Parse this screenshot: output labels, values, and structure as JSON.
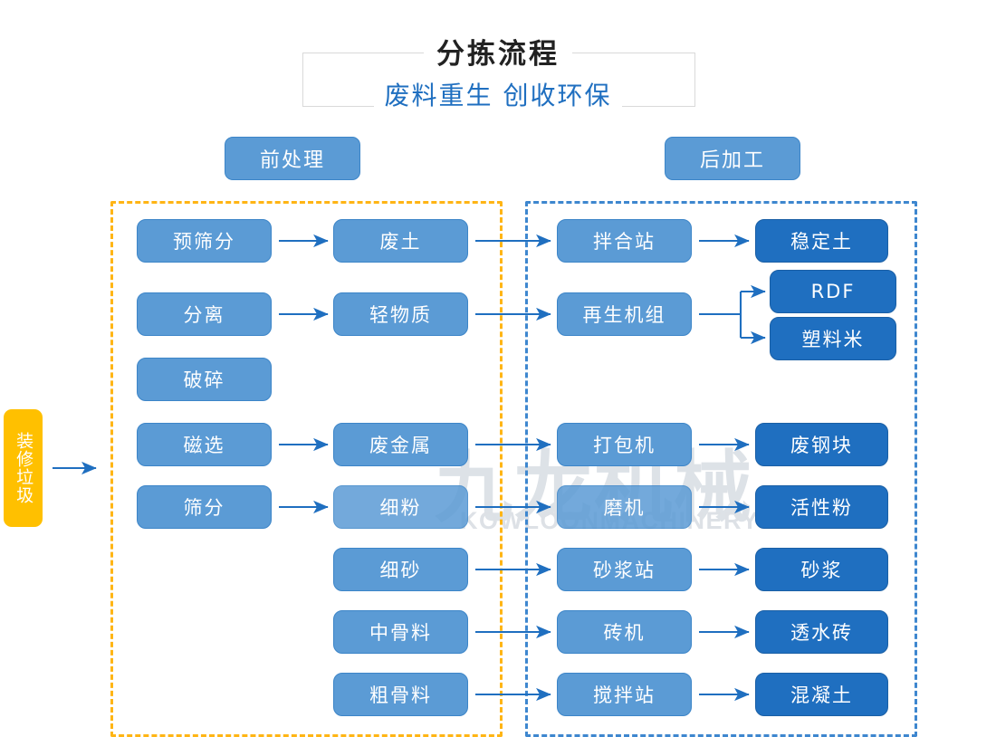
{
  "header": {
    "title": "分拣流程",
    "subtitle": "废料重生 创收环保"
  },
  "watermark": {
    "cn": "九龙机械",
    "en": "KOWLOONMACHINERY"
  },
  "sections": {
    "pre": "前处理",
    "post": "后加工"
  },
  "source": {
    "label": "装修垃圾"
  },
  "colors": {
    "light_blue": "#5B9BD5",
    "dark_blue": "#1F6FC0",
    "yellow": "#FFC000",
    "dashed_orange": "#FFB515",
    "dashed_blue": "#3E87CF",
    "arrow": "#1F6FC0",
    "watermark_gray": "#D8DDE3"
  },
  "nodes": {
    "pre_process": [
      {
        "id": "preshai",
        "label": "预筛分"
      },
      {
        "id": "fenli",
        "label": "分离"
      },
      {
        "id": "posui",
        "label": "破碎"
      },
      {
        "id": "cixuan",
        "label": "磁选"
      },
      {
        "id": "shaifen",
        "label": "筛分"
      }
    ],
    "materials": [
      {
        "id": "feitu",
        "label": "废土"
      },
      {
        "id": "qingwuzhi",
        "label": "轻物质"
      },
      {
        "id": "feijinshu",
        "label": "废金属"
      },
      {
        "id": "xifen",
        "label": "细粉"
      },
      {
        "id": "xisha",
        "label": "细砂"
      },
      {
        "id": "zhonggu",
        "label": "中骨料"
      },
      {
        "id": "cugu",
        "label": "粗骨料"
      }
    ],
    "equipment": [
      {
        "id": "banhe",
        "label": "拌合站"
      },
      {
        "id": "zaisheng",
        "label": "再生机组"
      },
      {
        "id": "dabao",
        "label": "打包机"
      },
      {
        "id": "moji",
        "label": "磨机"
      },
      {
        "id": "sajiang",
        "label": "砂浆站"
      },
      {
        "id": "zhuanji",
        "label": "砖机"
      },
      {
        "id": "jiaoban",
        "label": "搅拌站"
      }
    ],
    "products": [
      {
        "id": "wendingtu",
        "label": "稳定土"
      },
      {
        "id": "rdf",
        "label": "RDF"
      },
      {
        "id": "suliaomi",
        "label": "塑料米"
      },
      {
        "id": "feigang",
        "label": "废钢块"
      },
      {
        "id": "huoxing",
        "label": "活性粉"
      },
      {
        "id": "shajiang",
        "label": "砂浆"
      },
      {
        "id": "toushui",
        "label": "透水砖"
      },
      {
        "id": "hunningtu",
        "label": "混凝土"
      }
    ]
  },
  "flow_edges": [
    {
      "from": "装修垃圾",
      "to": "预筛分"
    },
    {
      "from": "预筛分",
      "to": "废土"
    },
    {
      "from": "分离",
      "to": "轻物质"
    },
    {
      "from": "磁选",
      "to": "废金属"
    },
    {
      "from": "筛分",
      "to": "细粉"
    },
    {
      "from": "废土",
      "to": "拌合站"
    },
    {
      "from": "轻物质",
      "to": "再生机组"
    },
    {
      "from": "废金属",
      "to": "打包机"
    },
    {
      "from": "细粉",
      "to": "磨机"
    },
    {
      "from": "细砂",
      "to": "砂浆站"
    },
    {
      "from": "中骨料",
      "to": "砖机"
    },
    {
      "from": "粗骨料",
      "to": "搅拌站"
    },
    {
      "from": "拌合站",
      "to": "稳定土"
    },
    {
      "from": "再生机组",
      "to": "RDF"
    },
    {
      "from": "再生机组",
      "to": "塑料米"
    },
    {
      "from": "打包机",
      "to": "废钢块"
    },
    {
      "from": "磨机",
      "to": "活性粉"
    },
    {
      "from": "砂浆站",
      "to": "砂浆"
    },
    {
      "from": "砖机",
      "to": "透水砖"
    },
    {
      "from": "搅拌站",
      "to": "混凝土"
    }
  ]
}
